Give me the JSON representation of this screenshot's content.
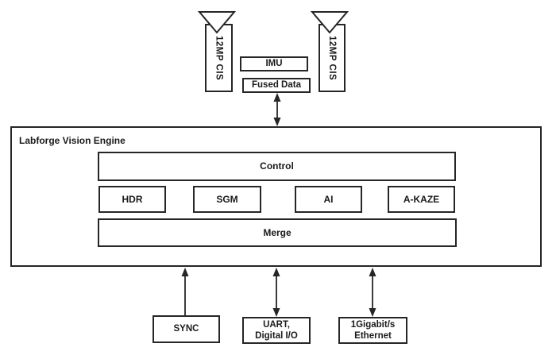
{
  "colors": {
    "stroke": "#262626",
    "text": "#1a1a1a",
    "background": "#ffffff"
  },
  "nodes": {
    "engine": "Labforge Vision Engine",
    "camera_left": "12MP CIS",
    "camera_right": "12MP CIS",
    "imu": "IMU",
    "fused_data": "Fused Data",
    "control": "Control",
    "hdr": "HDR",
    "sgm": "SGM",
    "ai": "AI",
    "akaze": "A-KAZE",
    "merge": "Merge",
    "sync": "SYNC",
    "uart": {
      "line1": "UART,",
      "line2": "Digital I/O"
    },
    "ethernet": {
      "line1": "1Gigabit/s",
      "line2": "Ethernet"
    }
  },
  "connections": [
    {
      "from": "fused_data",
      "to": "engine",
      "bidirectional": true
    },
    {
      "from": "sync",
      "to": "engine",
      "bidirectional": false,
      "direction": "into-engine"
    },
    {
      "from": "uart",
      "to": "engine",
      "bidirectional": true
    },
    {
      "from": "ethernet",
      "to": "engine",
      "bidirectional": true
    }
  ]
}
